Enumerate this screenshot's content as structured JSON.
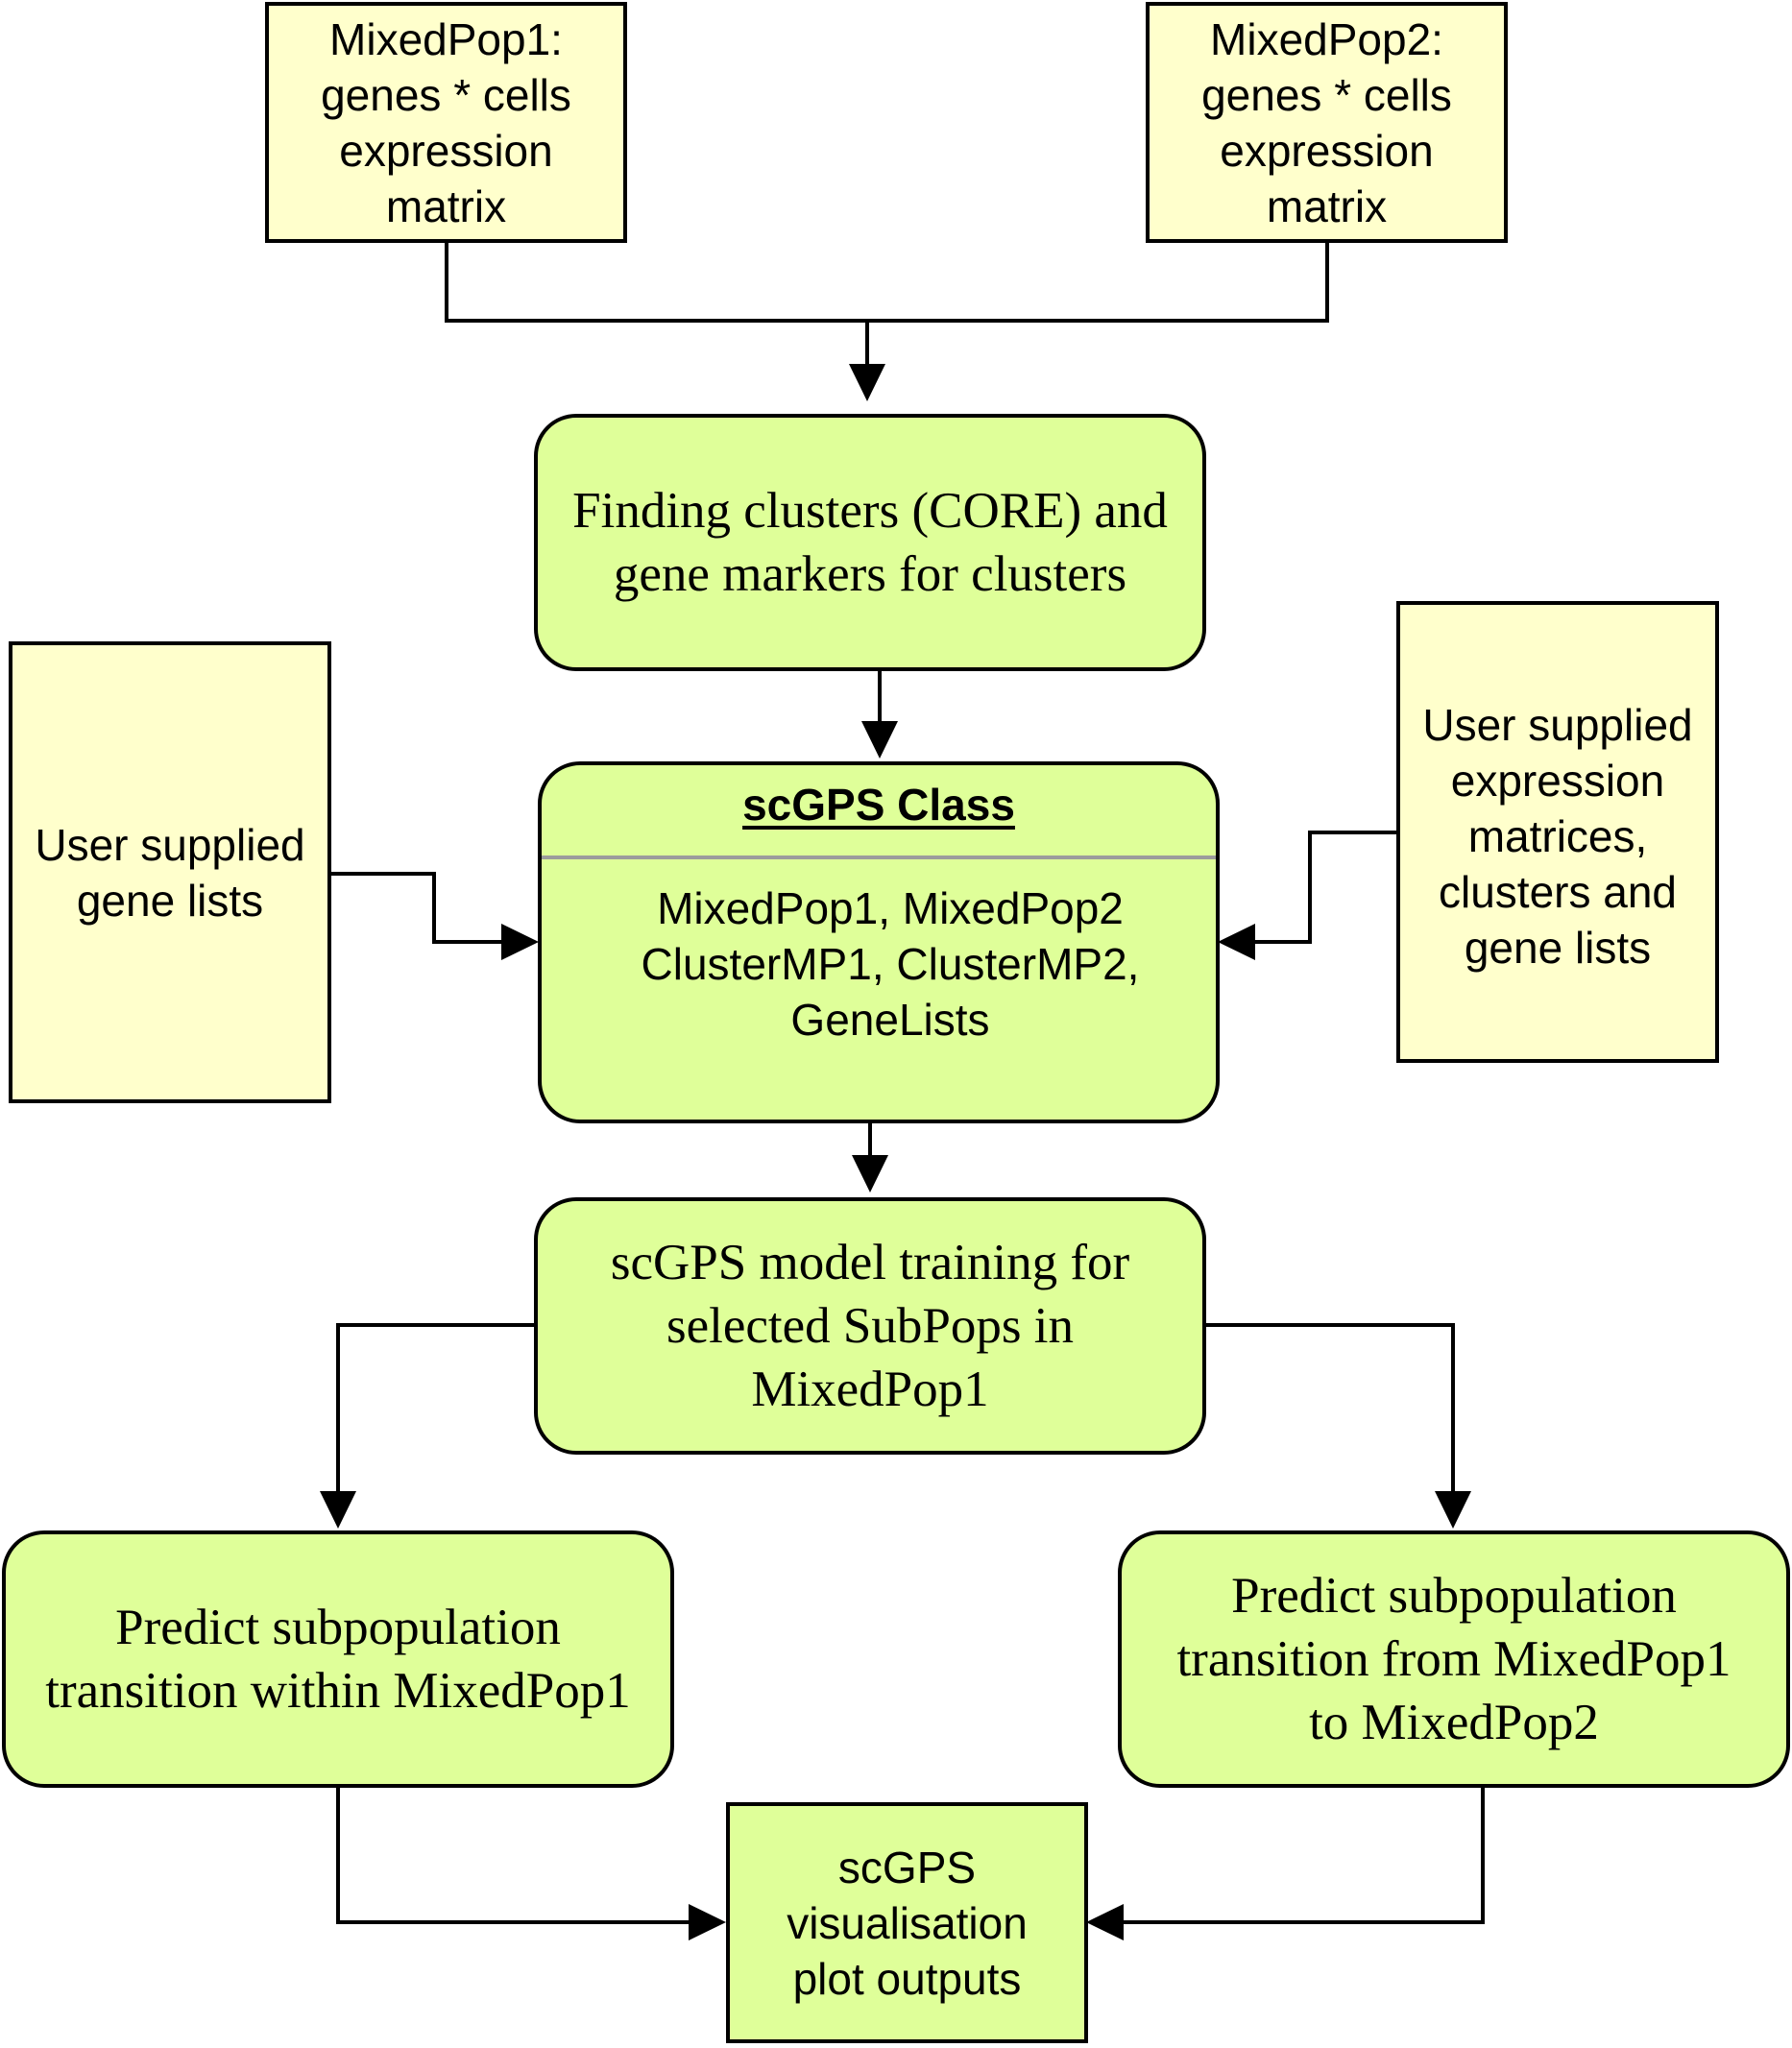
{
  "colors": {
    "input_fill": "#ffffcc",
    "process_fill": "#dfff99",
    "stroke": "#000000",
    "divider": "#9c9c9c"
  },
  "nodes": {
    "mixedpop1": {
      "lines": [
        "MixedPop1:",
        "genes * cells",
        "expression",
        "matrix"
      ]
    },
    "mixedpop2": {
      "lines": [
        "MixedPop2:",
        "genes * cells",
        "expression",
        "matrix"
      ]
    },
    "find_clusters": {
      "lines": [
        "Finding clusters (CORE) and",
        "gene markers for clusters"
      ]
    },
    "user_gene_lists": {
      "lines": [
        "User supplied",
        "gene lists"
      ]
    },
    "scgps_class": {
      "title": "scGPS Class",
      "lines": [
        "MixedPop1, MixedPop2",
        "ClusterMP1, ClusterMP2,",
        "GeneLists"
      ]
    },
    "user_expression": {
      "lines": [
        "User supplied",
        "expression",
        "matrices,",
        "clusters and",
        "gene lists"
      ]
    },
    "model_training": {
      "lines": [
        "scGPS model training for",
        "selected SubPops in",
        "MixedPop1"
      ]
    },
    "predict_within": {
      "lines": [
        "Predict subpopulation",
        "transition within MixedPop1"
      ]
    },
    "predict_between": {
      "lines": [
        "Predict subpopulation",
        "transition from MixedPop1",
        "to MixedPop2"
      ]
    },
    "visualisation": {
      "lines": [
        "scGPS",
        "visualisation",
        "plot outputs"
      ]
    }
  }
}
